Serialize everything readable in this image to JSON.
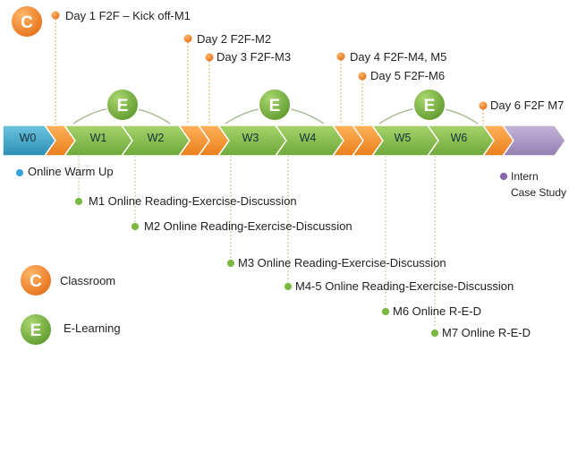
{
  "colors": {
    "classroom": "#f28a2e",
    "elearning": "#7bb842",
    "w0": "#3aa1c4",
    "week": "#8cc152",
    "connector": "#f59a3e",
    "end": "#a894c2",
    "start_dot": "#39a4dc",
    "end_dot": "#8766ae"
  },
  "badges": {
    "classroom": "C",
    "elearning": "E"
  },
  "weeks": [
    "W0",
    "W1",
    "W2",
    "W3",
    "W4",
    "W5",
    "W6"
  ],
  "top_labels": [
    "Day 1 F2F – Kick off-M1",
    "Day 2 F2F-M2",
    "Day 3 F2F-M3",
    "Day 4 F2F-M4, M5",
    "Day 5 F2F-M6",
    "Day 6 F2F M7"
  ],
  "bottom_labels": [
    "Online Warm Up",
    "M1 Online Reading-Exercise-Discussion",
    "M2 Online Reading-Exercise-Discussion",
    "M3 Online Reading-Exercise-Discussion",
    "M4-5 Online Reading-Exercise-Discussion",
    "M6 Online R-E-D",
    "M7 Online R-E-D"
  ],
  "end_label": {
    "line1": "Intern",
    "line2": "Case Study"
  },
  "legend": [
    {
      "badge": "C",
      "label": "Classroom"
    },
    {
      "badge": "E",
      "label": "E-Learning"
    }
  ]
}
